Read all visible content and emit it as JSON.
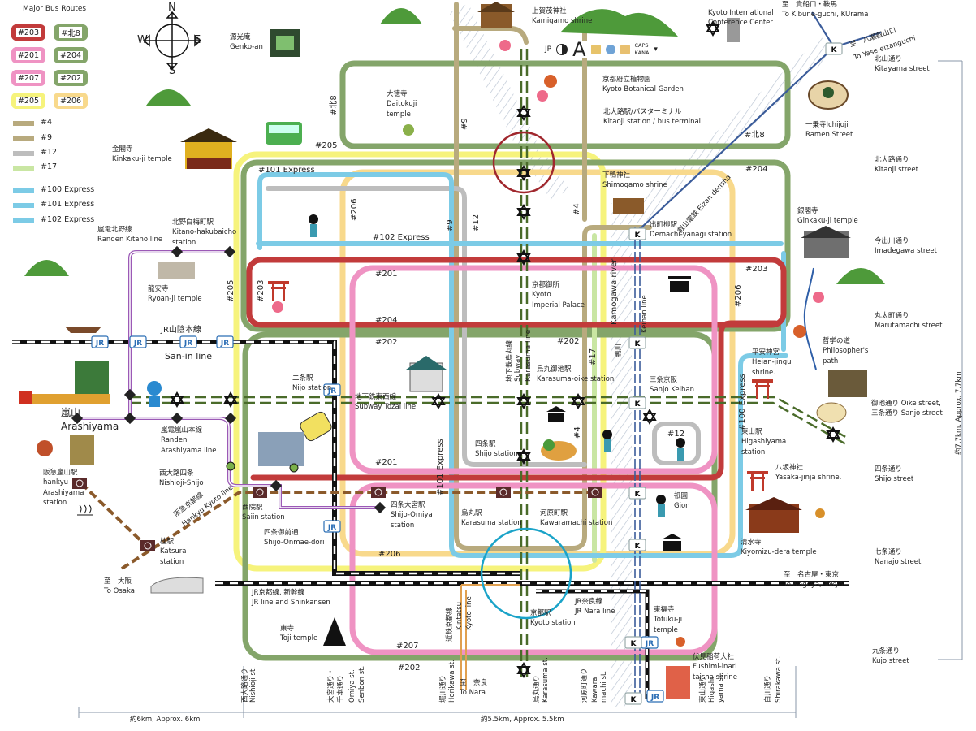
{
  "legend": {
    "title": "Major Bus Routes",
    "boxes": [
      {
        "label": "#203",
        "color": "#c23b3b"
      },
      {
        "label": "#北8",
        "color": "#84a56a"
      },
      {
        "label": "#201",
        "color": "#ef93c3"
      },
      {
        "label": "#204",
        "color": "#84a56a"
      },
      {
        "label": "#207",
        "color": "#ef93c3"
      },
      {
        "label": "#202",
        "color": "#84a56a"
      },
      {
        "label": "#205",
        "color": "#f6f37c"
      },
      {
        "label": "#206",
        "color": "#f8d98c"
      }
    ],
    "lines": [
      {
        "label": "#4",
        "color": "#b8aa7e"
      },
      {
        "label": "#9",
        "color": "#b8aa7e"
      },
      {
        "label": "#12",
        "color": "#bdbdbd"
      },
      {
        "label": "#17",
        "color": "#c9e6a3"
      },
      {
        "label": "#100 Express",
        "color": "#7ccbe6"
      },
      {
        "label": "#101 Express",
        "color": "#7ccbe6"
      },
      {
        "label": "#102 Express",
        "color": "#7ccbe6"
      }
    ]
  },
  "compass": {
    "n": "N",
    "e": "E",
    "s": "S",
    "w": "W"
  },
  "ime_toolbar": {
    "lang": "JP",
    "input_mode": "A",
    "caps": "CAPS",
    "kana": "KANA"
  },
  "landmarks": [
    [
      "源光庵",
      "Genko-an"
    ],
    [
      "上賀茂神社",
      "Kamigamo shrine"
    ],
    [
      "Kyoto International",
      "Conference Center"
    ],
    [
      "京都府立植物園",
      "Kyoto Botanical Garden"
    ],
    [
      "北大路駅/バスターミナル",
      "Kitaoji station / bus terminal"
    ],
    [
      "大徳寺",
      "Daitokuji",
      "temple"
    ],
    [
      "一乗寺Ichijoji",
      "Ramen Street"
    ],
    [
      "金閣寺",
      "Kinkaku-ji temple"
    ],
    [
      "下鴨神社",
      "Shimogamo shrine"
    ],
    [
      "銀閣寺",
      "Ginkaku-ji temple"
    ],
    [
      "龍安寺",
      "Ryoan-ji temple"
    ],
    [
      "京都御所",
      "Kyoto",
      "Imperial Palace"
    ],
    [
      "哲学の道",
      "Philosopher's",
      "path"
    ],
    [
      "平安神宮",
      "Heian-jingu",
      "shrine."
    ],
    [
      "嵐山",
      "Arashiyama"
    ],
    [
      "八坂神社",
      "Yasaka-jinja shrine."
    ],
    [
      "祇園",
      "Gion"
    ],
    [
      "清水寺",
      "Kiyomizu-dera temple"
    ],
    [
      "東福寺",
      "Tofuku-ji",
      "temple"
    ],
    [
      "東寺",
      "Toji temple"
    ],
    [
      "伏見稲荷大社",
      "Fushimi-inari",
      "taisha shrine"
    ]
  ],
  "stations": [
    [
      "北野白梅町駅",
      "Kitano-hakubaicho",
      "station"
    ],
    [
      "出町柳駅",
      "Demachi-yanagi station"
    ],
    [
      "二条駅",
      "Nijo station"
    ],
    [
      "烏丸御池駅",
      "Karasuma-oike station"
    ],
    [
      "三条京阪",
      "Sanjo Keihan"
    ],
    [
      "東山駅",
      "Higashiyama",
      "station"
    ],
    [
      "四条駅",
      "Shijo station"
    ],
    [
      "西大路四条",
      "Nishioji-Shijo"
    ],
    [
      "阪急嵐山駅",
      "hankyu",
      "Arashiyama",
      "station"
    ],
    [
      "西院駅",
      "Saiin station"
    ],
    [
      "四条大宮駅",
      "Shijo-Omiya",
      "station"
    ],
    [
      "烏丸駅",
      "Karasuma station"
    ],
    [
      "河原町駅",
      "Kawaramachi station"
    ],
    [
      "四条御前通",
      "Shijo-Onmae-dori"
    ],
    [
      "桂駅",
      "Katsura",
      "station"
    ],
    [
      "京都駅",
      "Kyoto station"
    ]
  ],
  "rail_lines": [
    [
      "嵐電北野線",
      "Randen Kitano line"
    ],
    [
      "JR山陰本線"
    ],
    [
      "San-in line"
    ],
    [
      "地下鉄東西線",
      "Subway Tozai line"
    ],
    [
      "嵐電嵐山本線",
      "Randen",
      "Arashiyama line"
    ],
    [
      "JR京都線, 新幹線",
      "JR line and Shinkansen"
    ],
    [
      "JR奈良線",
      "JR Nara line"
    ],
    [
      "地下鉄烏丸線"
    ],
    [
      "Subway"
    ],
    [
      "Karasuma line"
    ],
    [
      "Kamogawa river"
    ],
    [
      "鴨川"
    ],
    [
      "Keihan line"
    ],
    [
      "叡山電鉄 Eizan densha"
    ],
    [
      "近鉄京都線"
    ],
    [
      "Kintetsu"
    ],
    [
      "Kyoto line"
    ],
    [
      "阪急京都線"
    ],
    [
      "Hankyu Kyoto line"
    ]
  ],
  "destinations": [
    [
      "至　貴船口・鞍馬",
      "To Kibune-guchi, KUrama"
    ],
    [
      "至　八瀬叡山口"
    ],
    [
      "To Yase-eizanguchi"
    ],
    [
      "至　大阪",
      "To Osaka"
    ],
    [
      "至　名古屋・東京",
      "To Nagoya, Tokyo"
    ],
    [
      "至　奈良",
      "To Nara"
    ]
  ],
  "streets_east_west": [
    [
      "北山通り",
      "Kitayama street"
    ],
    [
      "北大路通り",
      "Kitaoji street"
    ],
    [
      "今出川通り",
      "Imadegawa street"
    ],
    [
      "丸太町通り",
      "Marutamachi street"
    ],
    [
      "御池通り Oike street,",
      "三条通り Sanjo street"
    ],
    [
      "四条通り",
      "Shijo street"
    ],
    [
      "七条通り",
      "Nanajo street"
    ],
    [
      "九条通り",
      "Kujo street"
    ]
  ],
  "streets_north_south": [
    "西大路通り",
    "Nishioji st.",
    "大宮通り・",
    "千本通り",
    "Omiya st.",
    "Senbon st.",
    "堀川通り",
    "Horikawa st.",
    "烏丸通り",
    "Karasuma st.",
    "河原町通り",
    "Kawara",
    "machi st.",
    "東山通り",
    "Higashi",
    "yama st.",
    "白川通り",
    "Shirakawa st."
  ],
  "route_labels": [
    "#北8",
    "#205",
    "#9",
    "#101 Express",
    "#206",
    "#9",
    "#12",
    "#4",
    "#102 Express",
    "#204",
    "#北8",
    "#203",
    "#206",
    "#205",
    "#203",
    "#201",
    "#204",
    "#202",
    "#202",
    "#17",
    "#4",
    "#101 Express",
    "#201",
    "#206",
    "#12",
    "#100 Express",
    "#207",
    "#202"
  ],
  "scale": {
    "west": "約6km, Approx. 6km",
    "central": "約5.5km, Approx. 5.5km",
    "vertical": "約7.7km, Approx. 7.7km"
  }
}
